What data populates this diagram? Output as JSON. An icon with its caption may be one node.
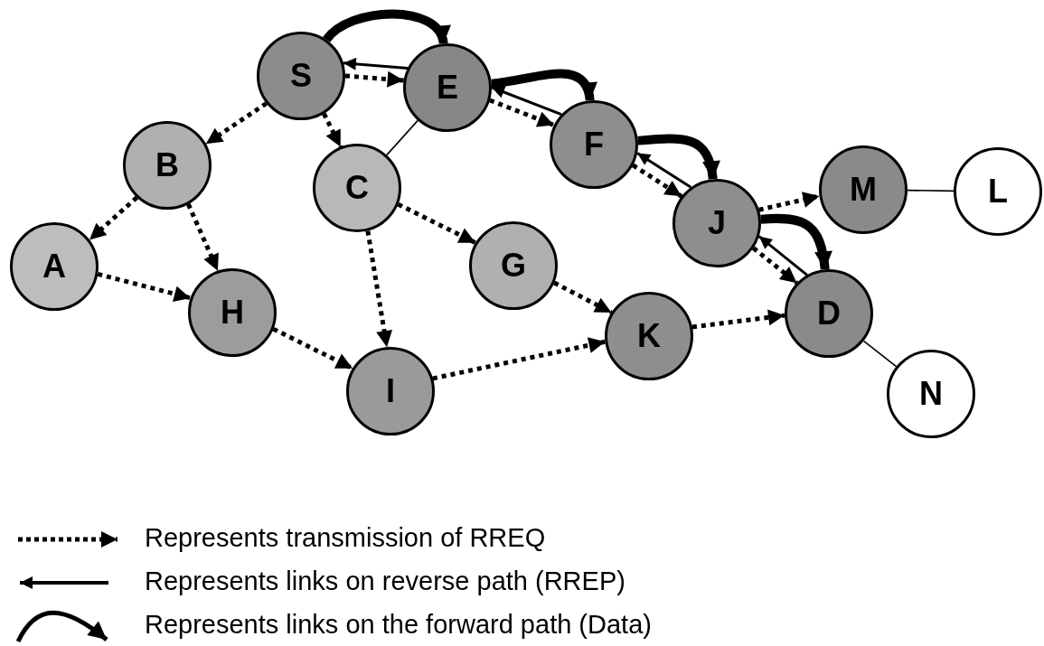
{
  "diagram": {
    "nodes": [
      {
        "text": [
          "S"
        ]
      },
      {
        "text": [
          "E"
        ]
      },
      {
        "text": [
          "B"
        ]
      },
      {
        "text": [
          "C"
        ]
      },
      {
        "text": [
          "F"
        ]
      },
      {
        "text": [
          "A"
        ]
      },
      {
        "text": [
          "H"
        ]
      },
      {
        "text": [
          "G"
        ]
      },
      {
        "text": [
          "J"
        ]
      },
      {
        "text": [
          "M"
        ]
      },
      {
        "text": [
          "L"
        ]
      },
      {
        "text": [
          "I"
        ]
      },
      {
        "text": [
          "K"
        ]
      },
      {
        "text": [
          "D"
        ]
      },
      {
        "text": [
          "N"
        ]
      }
    ],
    "edges": [
      {
        "from": 0,
        "to": 1,
        "arrow": "to",
        "style": "dashed"
      },
      {
        "from": 0,
        "to": 2,
        "arrow": "to",
        "style": "dashed"
      },
      {
        "from": 0,
        "to": 3,
        "arrow": "to",
        "style": "dashed"
      },
      {
        "from": 1,
        "to": 4,
        "arrow": "to",
        "style": "dashed"
      },
      {
        "from": 2,
        "to": 5,
        "arrow": "to",
        "style": "dashed"
      },
      {
        "from": 2,
        "to": 6,
        "arrow": "to",
        "style": "dashed"
      },
      {
        "from": 5,
        "to": 6,
        "arrow": "to",
        "style": "dashed"
      },
      {
        "from": 3,
        "to": 7,
        "arrow": "to",
        "style": "dashed"
      },
      {
        "from": 3,
        "to": 11,
        "arrow": "to",
        "style": "dashed"
      },
      {
        "from": 6,
        "to": 11,
        "arrow": "to",
        "style": "dashed"
      },
      {
        "from": 4,
        "to": 8,
        "arrow": "to",
        "style": "dashed"
      },
      {
        "from": 8,
        "to": 9,
        "arrow": "to",
        "style": "dashed"
      },
      {
        "from": 8,
        "to": 13,
        "arrow": "to",
        "style": "dashed"
      },
      {
        "from": 7,
        "to": 12,
        "arrow": "to",
        "style": "dashed"
      },
      {
        "from": 11,
        "to": 12,
        "arrow": "to",
        "style": "dashed"
      },
      {
        "from": 12,
        "to": 13,
        "arrow": "to",
        "style": "dashed"
      },
      {
        "from": 1,
        "to": 0,
        "arrow": "to"
      },
      {
        "from": 4,
        "to": 1,
        "arrow": "to"
      },
      {
        "from": 8,
        "to": 4,
        "arrow": "to"
      },
      {
        "from": 13,
        "to": 8,
        "arrow": "to"
      },
      {
        "from": 0,
        "to": 1,
        "arrow": "to",
        "style": "thick"
      },
      {
        "from": 1,
        "to": 4,
        "arrow": "to",
        "style": "thick"
      },
      {
        "from": 4,
        "to": 8,
        "arrow": "to",
        "style": "thick"
      },
      {
        "from": 8,
        "to": 13,
        "arrow": "to",
        "style": "thick"
      },
      {
        "from": 1,
        "to": 3,
        "arrow": "none"
      },
      {
        "from": 9,
        "to": 10,
        "arrow": "none"
      },
      {
        "from": 13,
        "to": 14,
        "arrow": "none"
      }
    ],
    "legend": [
      {
        "text": "Represents transmission of RREQ"
      },
      {
        "text": "Represents links on reverse path (RREP)"
      },
      {
        "text": "Represents links on the forward path (Data)"
      }
    ]
  }
}
